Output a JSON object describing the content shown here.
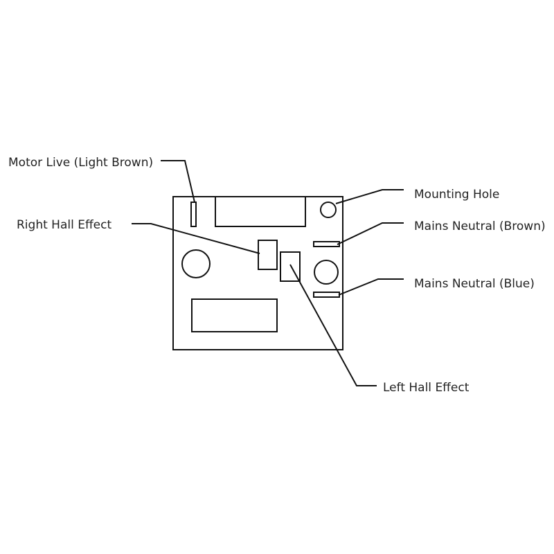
{
  "colors": {
    "stroke": "#111111",
    "text": "#222222",
    "background": "#ffffff"
  },
  "labels": {
    "motor_live": "Motor Live (Light Brown)",
    "right_hall": "Right Hall Effect",
    "mounting_hole": "Mounting Hole",
    "mains_neutral_brown": "Mains Neutral (Brown)",
    "mains_neutral_blue": "Mains Neutral (Blue)",
    "left_hall": "Left Hall Effect"
  }
}
